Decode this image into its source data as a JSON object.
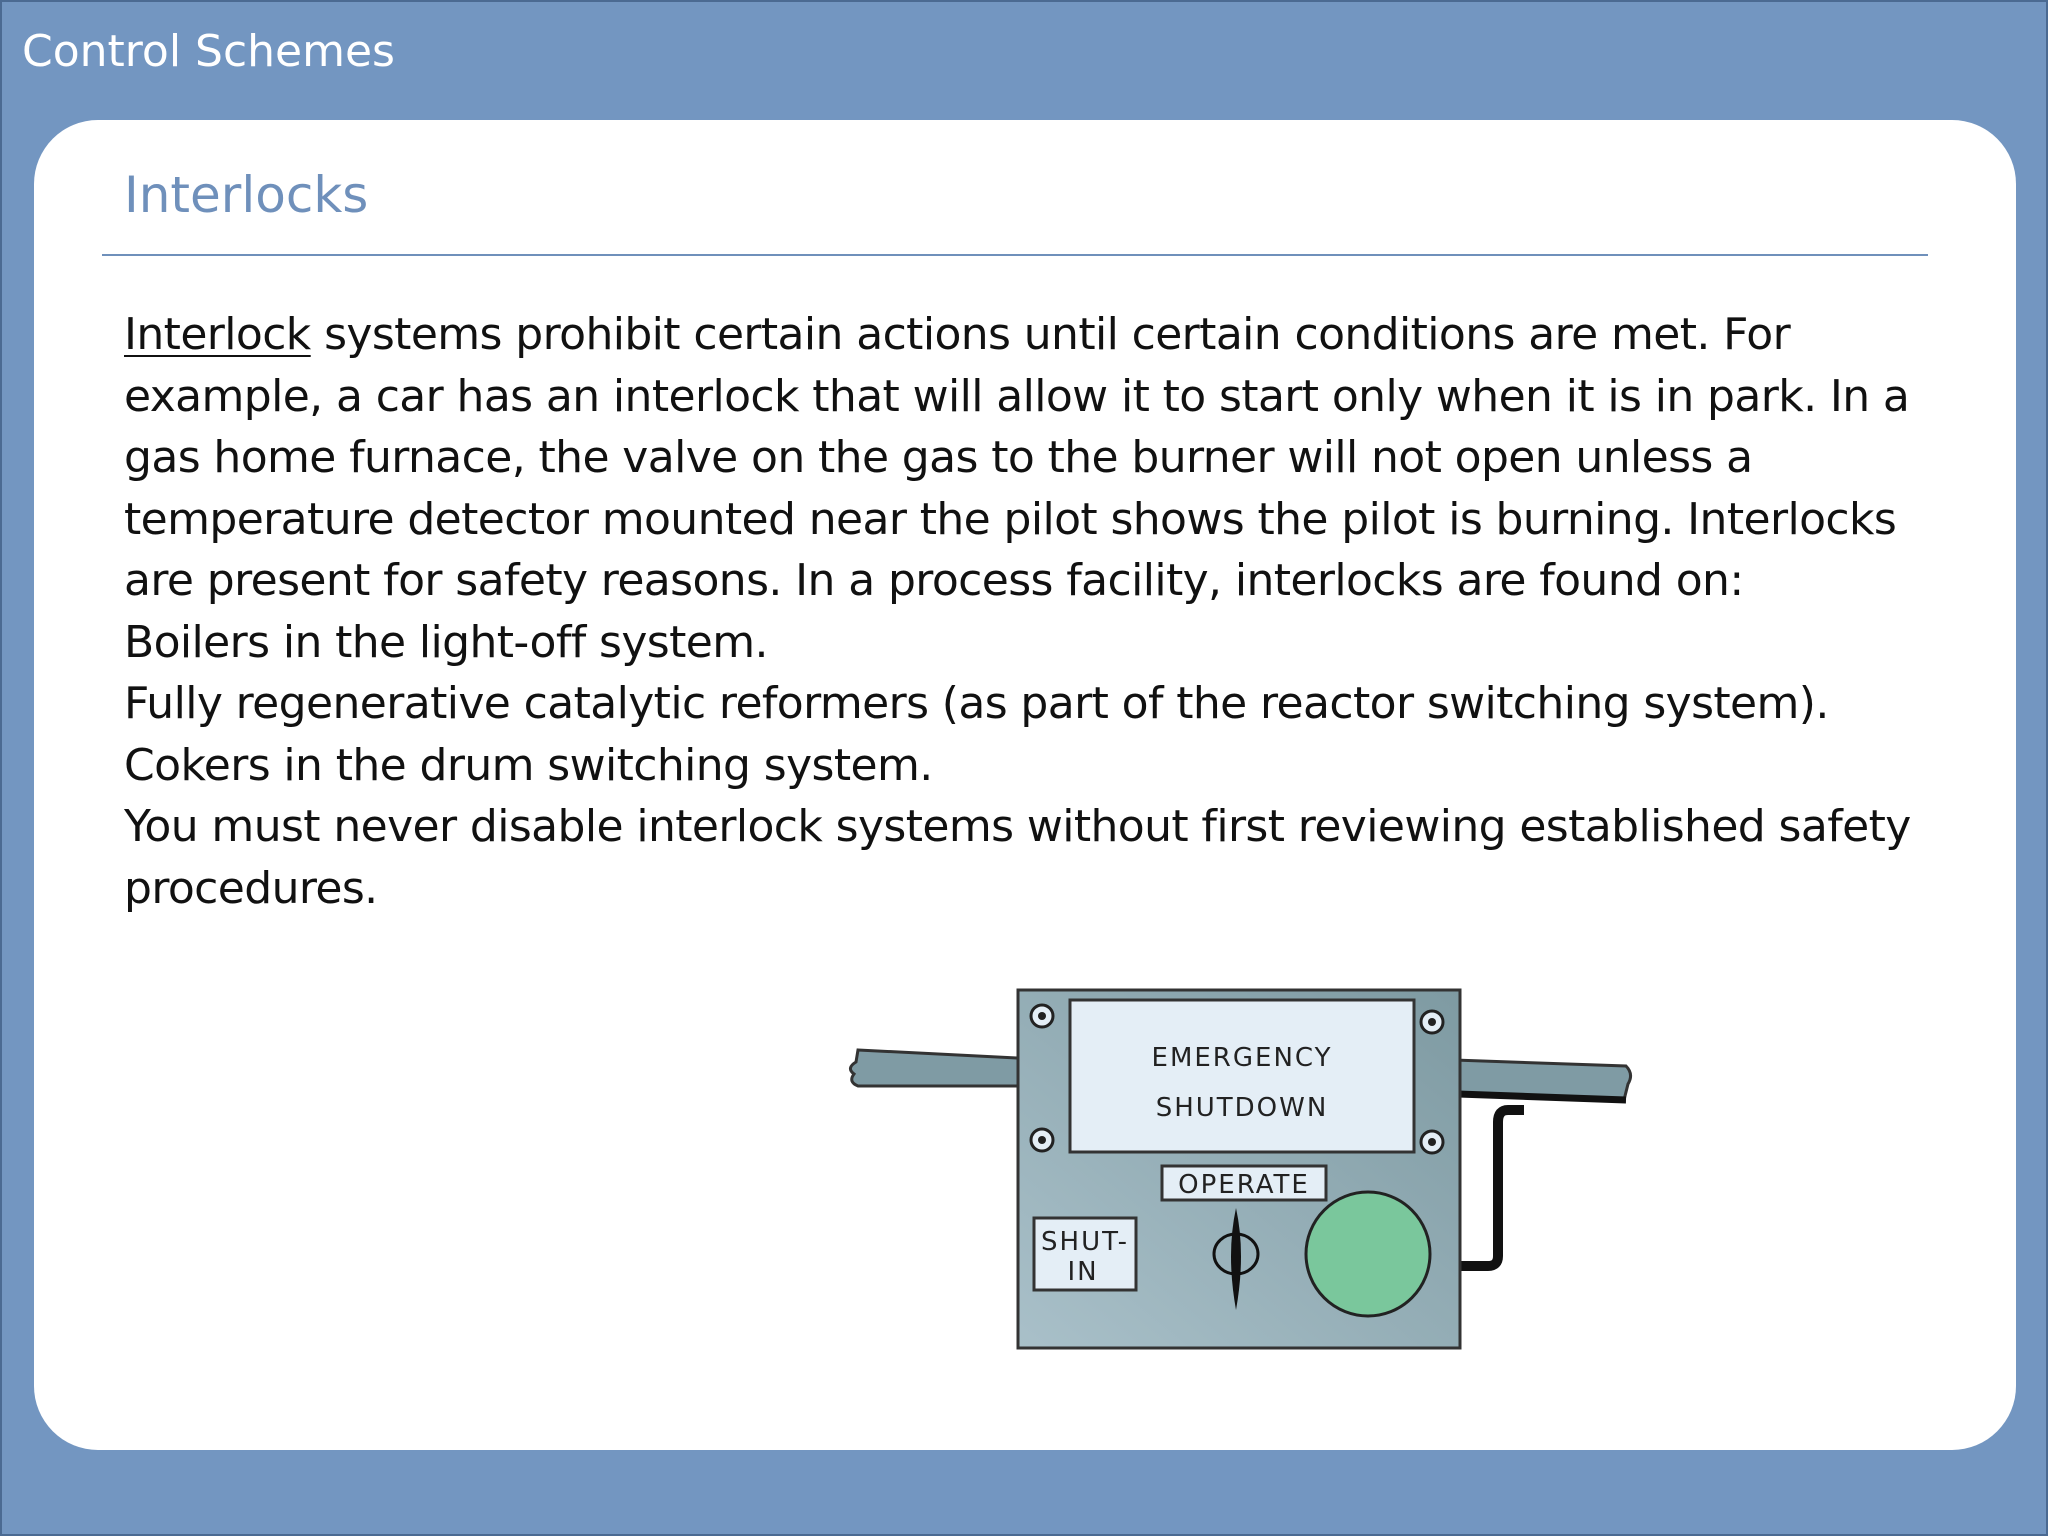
{
  "header": {
    "section_title": "Control Schemes"
  },
  "slide": {
    "title": "Interlocks",
    "paragraphs": {
      "intro_term": "Interlock",
      "intro_rest": " systems prohibit certain actions until certain conditions are met.  For example, a car has an interlock that will allow it to start only when it is in park.  In a gas home furnace, the valve on the gas to the burner will not open unless a temperature detector mounted near the pilot shows the pilot is burning.  Interlocks are present for safety reasons.  In a process facility, interlocks are found on:",
      "item_1": "Boilers in the light-off system.",
      "item_2": "Fully regenerative catalytic reformers (as part of the reactor switching system).",
      "item_3": "Cokers in the drum switching system.",
      "closing": "You must never disable interlock systems without first reviewing established safety procedures."
    }
  },
  "illustration": {
    "label_line_1": "EMERGENCY",
    "label_line_2": "SHUTDOWN",
    "operate_label": "OPERATE",
    "shutin_line_1": "SHUT-",
    "shutin_line_2": "IN",
    "colors": {
      "panel": "#8faab3",
      "label_bg": "#e4eef6",
      "button": "#7ac79c",
      "pipe": "#7f9ba4"
    }
  }
}
